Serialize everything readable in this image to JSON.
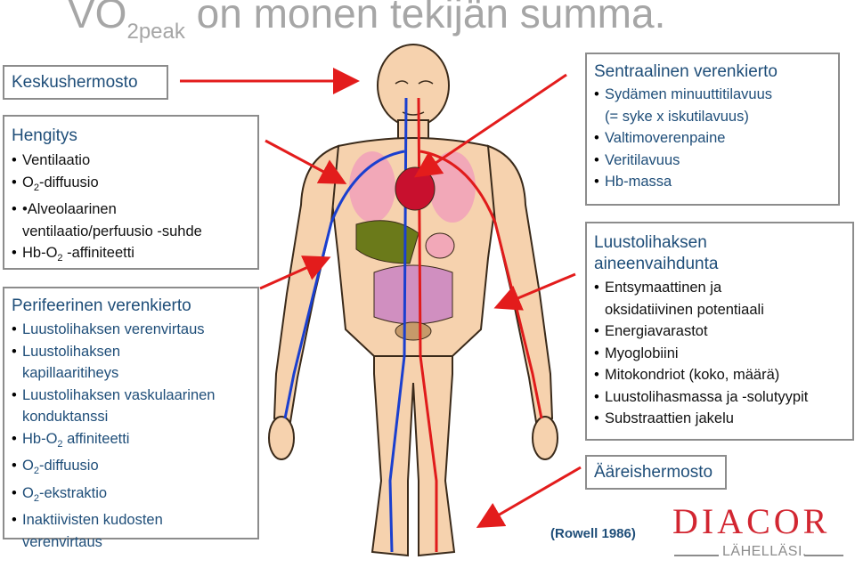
{
  "title": {
    "main": "VO",
    "sub": "2peak",
    "rest": " on monen tekijän summa."
  },
  "keskushermosto": "Keskushermosto",
  "hengitys": {
    "head": "Hengitys",
    "items": [
      "Ventilaatio",
      "O",
      "-diffuusio",
      "•Alveolaarinen",
      "ventilaatio/perfuusio -suhde",
      "Hb-O",
      " -affiniteetti"
    ]
  },
  "perifeerinen": {
    "head": "Perifeerinen verenkierto",
    "item1": "Luustolihaksen verenvirtaus",
    "item2a": "Luustolihaksen",
    "item2b": "kapillaaritiheys",
    "item3a": "Luustolihaksen vaskulaarinen",
    "item3b": "konduktanssi",
    "item4a": "Hb-O",
    "item4b": " affiniteetti",
    "item5a": "O",
    "item5b": "-diffuusio",
    "item6a": "O",
    "item6b": "-ekstraktio",
    "item7a": "Inaktiivisten kudosten",
    "item7b": "verenvirtaus"
  },
  "sentraalinen": {
    "head": "Sentraalinen verenkierto",
    "items": [
      "Sydämen minuuttitilavuus",
      "(= syke x iskutilavuus)",
      "Valtimoverenpaine",
      "Veritilavuus",
      "Hb-massa"
    ]
  },
  "luustolihaksen": {
    "head1": "Luustolihaksen",
    "head2": "aineenvaihdunta",
    "items": [
      "Entsymaattinen ja",
      "oksidatiivinen potentiaali",
      "Energiavarastot",
      "Myoglobiini",
      "Mitokondriot (koko, määrä)",
      "Luustolihasmassa ja -solutyypit",
      "Substraattien jakelu"
    ]
  },
  "aareishermosto": "Ääreishermosto",
  "credit": "(Rowell 1986)",
  "logo": {
    "name": "DIACOR",
    "tagline": "LÄHELLÄSI."
  },
  "sub2": "2",
  "colors": {
    "arrow": "#e31c1c",
    "artery": "#e01b1b",
    "vein": "#1a3fcf",
    "skin": "#f6d2ae",
    "accent": "#1f4e79"
  }
}
